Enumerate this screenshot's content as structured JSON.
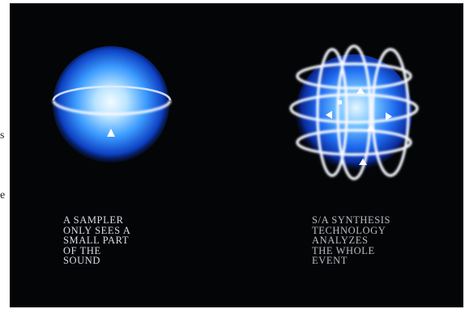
{
  "margin": {
    "letter_top": "s",
    "letter_bottom": "e"
  },
  "left_panel": {
    "caption_lines": [
      "A SAMPLER",
      "ONLY SEES A",
      "SMALL PART",
      "OF THE",
      "SOUND"
    ]
  },
  "right_panel": {
    "caption_lines": [
      "S/A SYNTHESIS",
      "TECHNOLOGY",
      "ANALYZES",
      "THE WHOLE",
      "EVENT"
    ]
  },
  "colors": {
    "background": "#040506",
    "sphere_core": "#eaf6ff",
    "sphere_mid": "#2f8bff",
    "sphere_edge": "#0b2fa8",
    "ring": "#f4f7ff"
  }
}
